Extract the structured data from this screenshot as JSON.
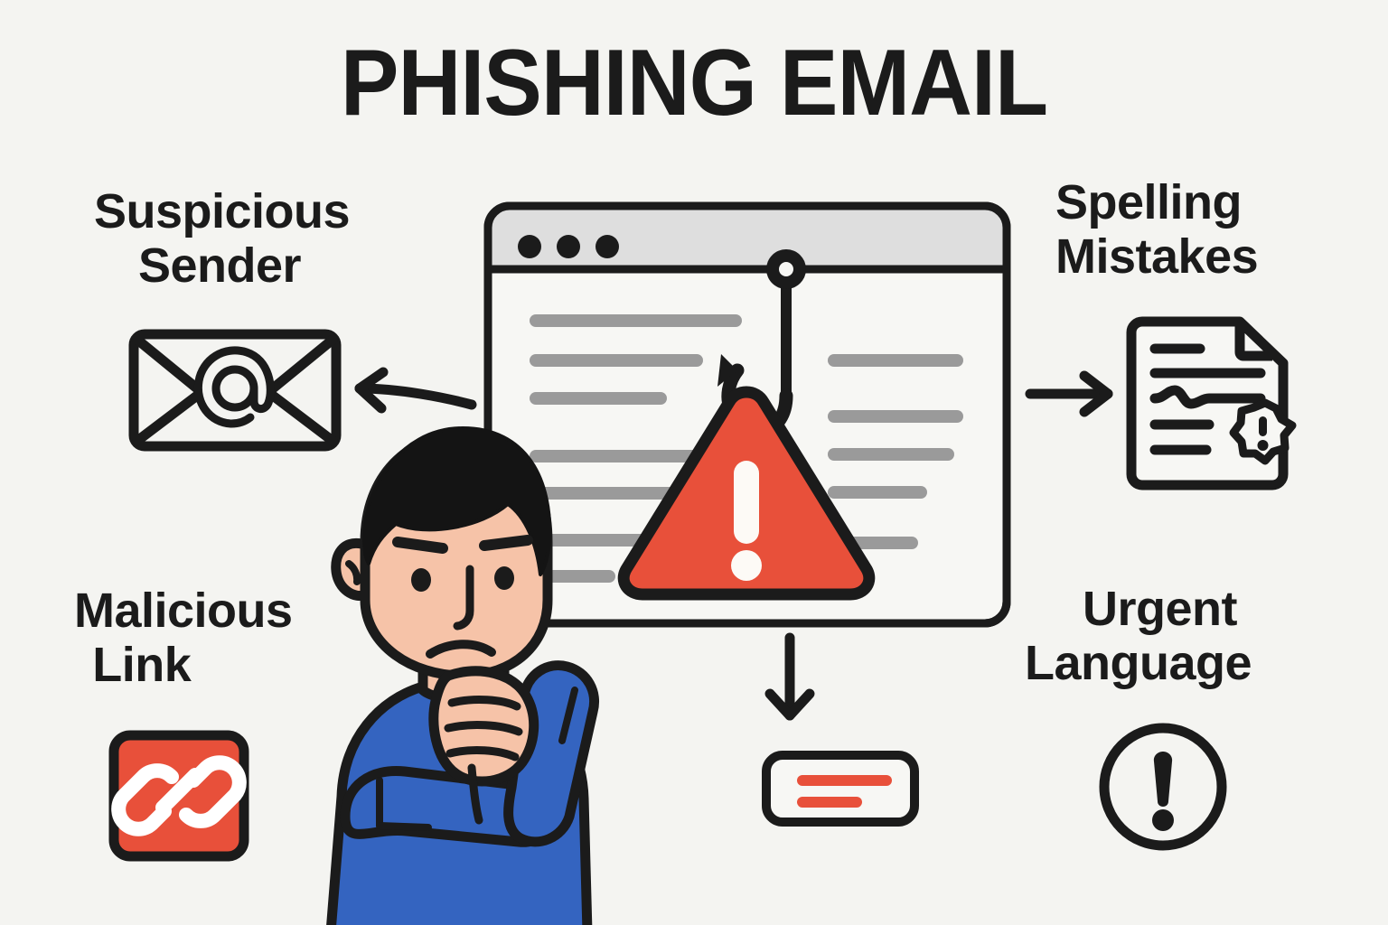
{
  "page": {
    "title": "PHISHING EMAIL",
    "background_color": "#f4f4f1",
    "ink_color": "#1b1b1b",
    "accent_red": "#e8503a",
    "accent_blue": "#3464c0",
    "skin_color": "#f6c3a8",
    "line_gray": "#9a9a9a",
    "titlebar_gray": "#dedede"
  },
  "labels": {
    "suspicious_sender": {
      "line1": "Suspicious",
      "line2": "Sender"
    },
    "spelling_mistakes": {
      "line1": "Spelling",
      "line2": "Mistakes"
    },
    "malicious_link": {
      "line1": "Malicious",
      "line2": "Link"
    },
    "urgent_language": {
      "line1": "Urgent",
      "line2": "Language"
    }
  },
  "icons": {
    "envelope_at": "envelope-at-icon",
    "document_spellcheck": "document-spellcheck-icon",
    "chain_link": "chain-link-icon",
    "exclamation_circle": "exclamation-circle-icon",
    "warning_triangle": "warning-triangle-icon",
    "fishing_hook": "fishing-hook-icon",
    "arrow_left": "arrow-left-icon",
    "arrow_right": "arrow-right-icon",
    "arrow_down": "arrow-down-icon",
    "email_window": "email-window-icon",
    "thinking_person": "thinking-person-illustration",
    "urgent_button": "urgent-call-to-action-button"
  },
  "email_window": {
    "dots": 3,
    "left_line_widths": [
      235,
      192,
      152,
      190,
      170,
      130,
      95
    ],
    "right_line_widths": [
      150,
      150,
      140,
      110,
      100
    ]
  },
  "cta_button": {
    "bars": 2,
    "bar_widths": [
      105,
      72
    ]
  }
}
